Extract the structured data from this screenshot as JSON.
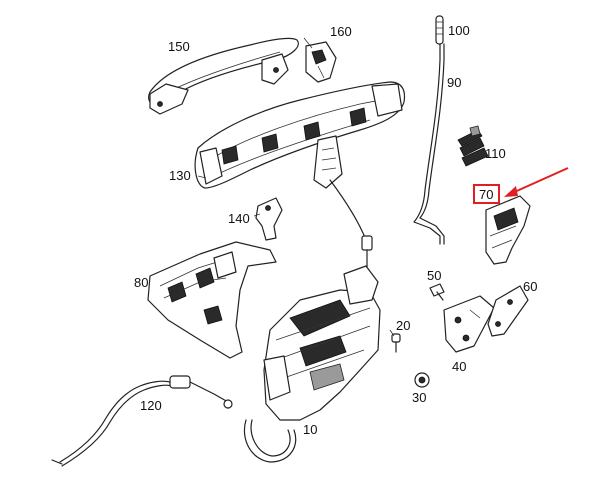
{
  "diagram": {
    "callouts": [
      {
        "id": "c150",
        "text": "150"
      },
      {
        "id": "c160",
        "text": "160"
      },
      {
        "id": "c100",
        "text": "100"
      },
      {
        "id": "c90",
        "text": "90"
      },
      {
        "id": "c110",
        "text": "110"
      },
      {
        "id": "c130",
        "text": "130"
      },
      {
        "id": "c70",
        "text": "70"
      },
      {
        "id": "c140",
        "text": "140"
      },
      {
        "id": "c80",
        "text": "80"
      },
      {
        "id": "c50",
        "text": "50"
      },
      {
        "id": "c60",
        "text": "60"
      },
      {
        "id": "c20",
        "text": "20"
      },
      {
        "id": "c40",
        "text": "40"
      },
      {
        "id": "c120",
        "text": "120"
      },
      {
        "id": "c30",
        "text": "30"
      },
      {
        "id": "c10",
        "text": "10"
      }
    ],
    "highlight": {
      "target": "70",
      "color": "#e02020"
    }
  }
}
